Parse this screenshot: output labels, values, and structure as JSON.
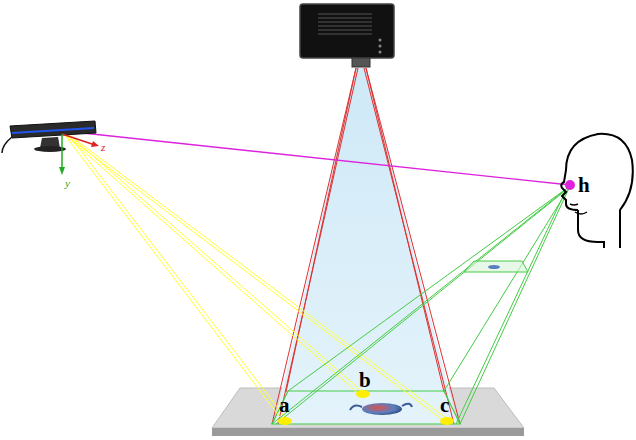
{
  "diagram": {
    "labels": [
      "z",
      "y",
      "h",
      "b",
      "a",
      "c"
    ]
  }
}
